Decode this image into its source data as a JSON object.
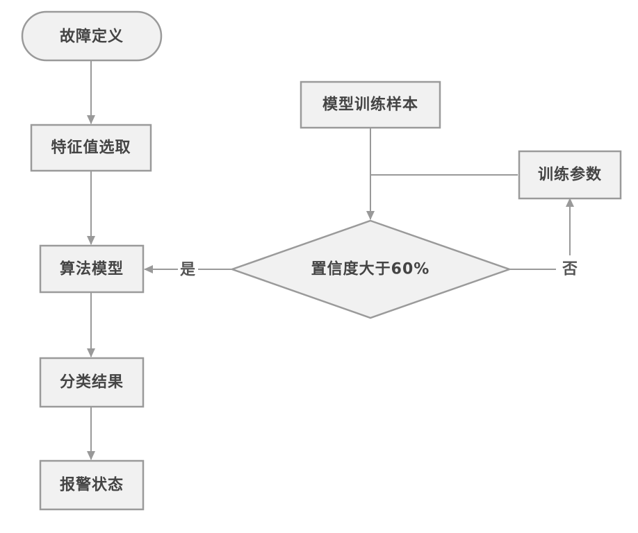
{
  "nodes": {
    "fault_definition": "故障定义",
    "feature_extraction": "特征值选取",
    "algorithm_model": "算法模型",
    "classification_result": "分类结果",
    "alarm_state": "报警状态",
    "training_samples": "模型训练样本",
    "training_parameters": "训练参数",
    "confidence_check": "置信度大于60%"
  },
  "edges": {
    "yes_label": "是",
    "no_label": "否"
  },
  "colors": {
    "node_fill": "#f1f1f1",
    "node_stroke": "#9a9a9a",
    "text": "#444444",
    "line": "#999999"
  }
}
